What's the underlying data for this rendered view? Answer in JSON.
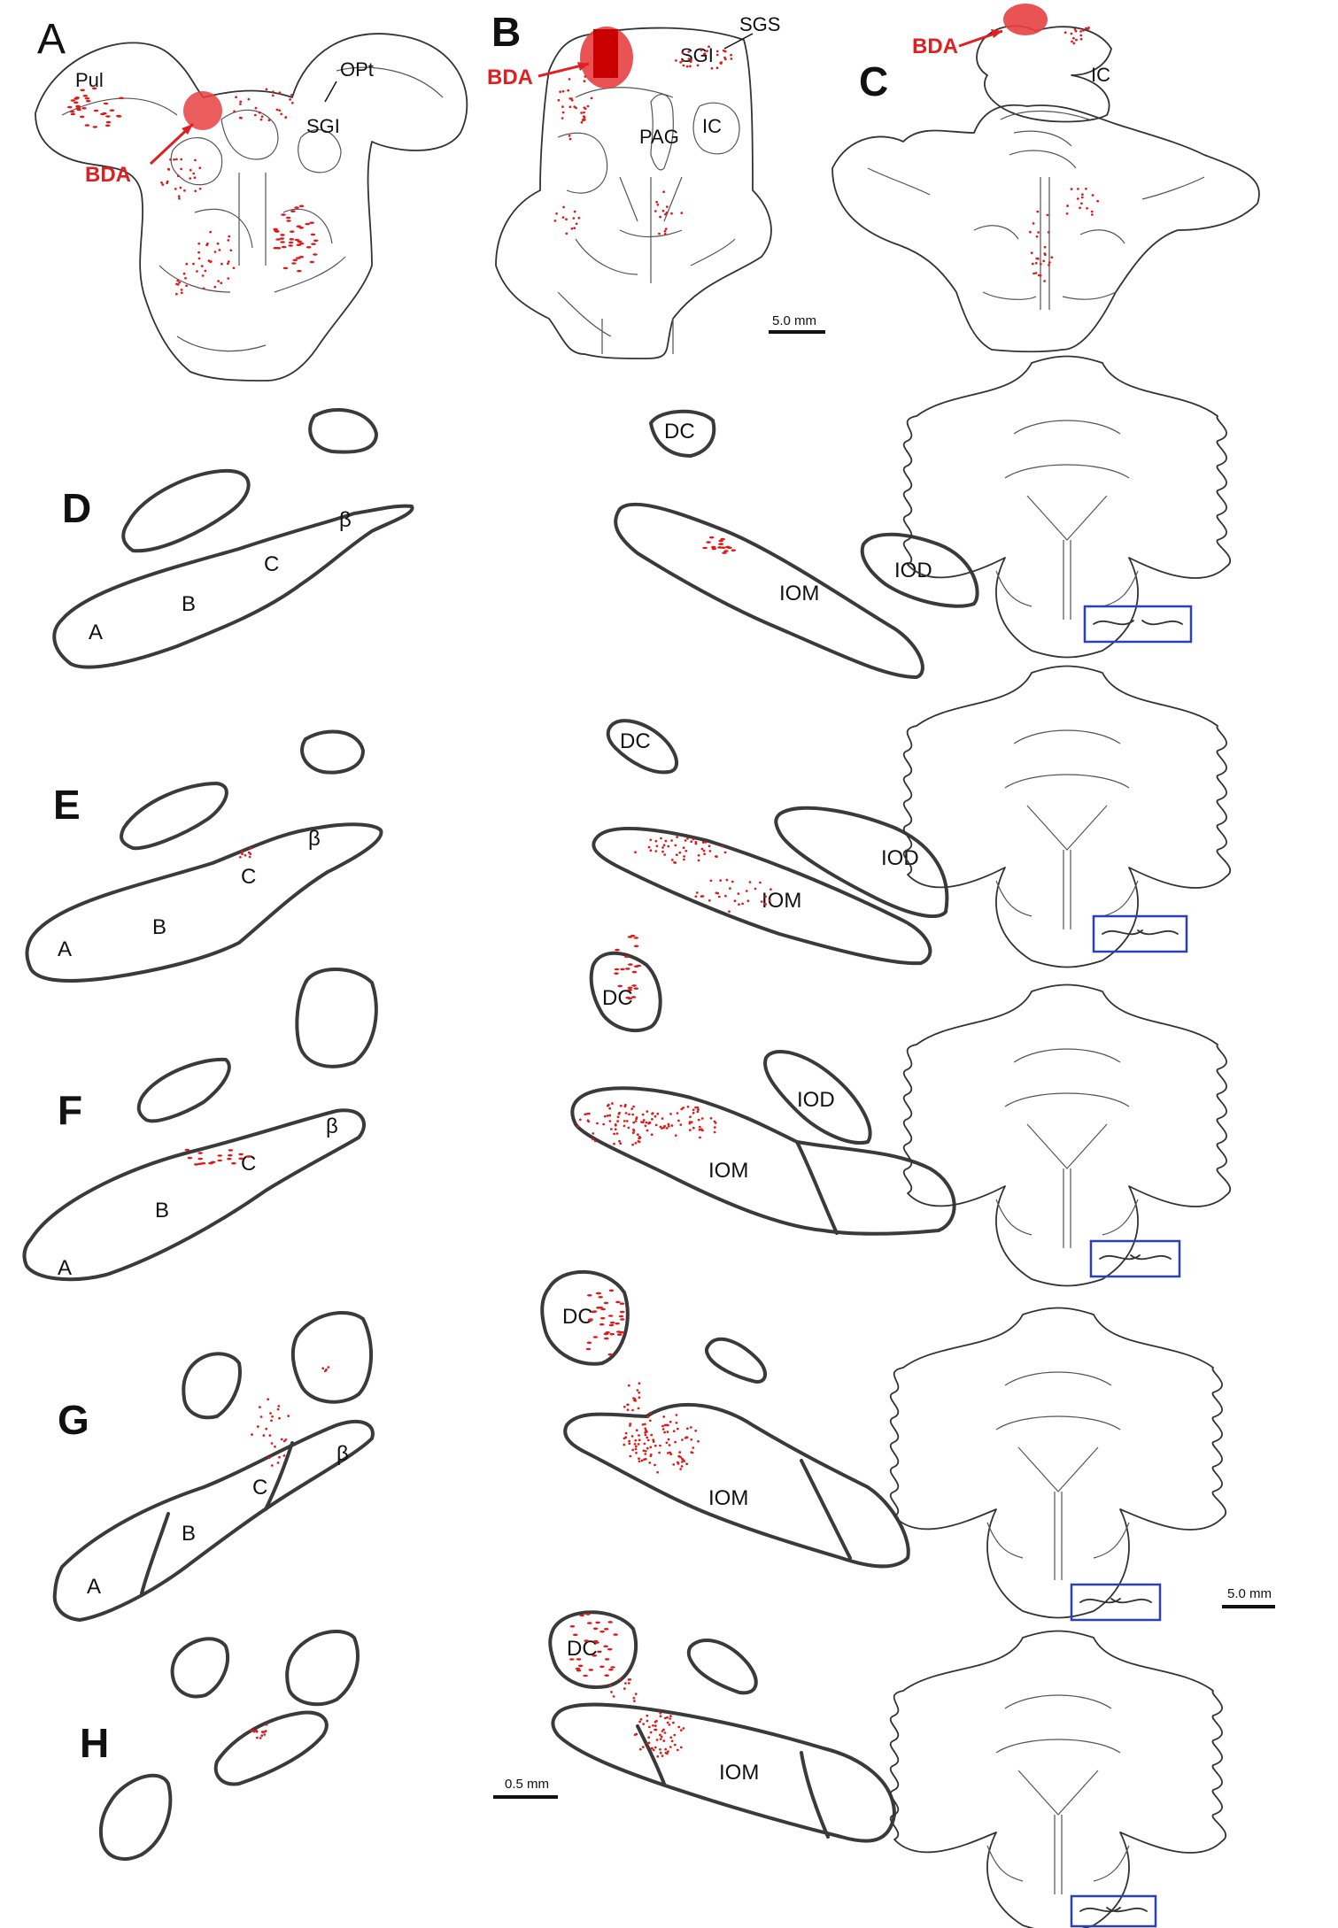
{
  "colors": {
    "outline": "#3a3a3a",
    "label_red": "#e02020",
    "injection_fill": "#e84040",
    "injection_core": "#c80000",
    "terminal_dots": "#e01818",
    "roi_box": "#2d3fb5"
  },
  "panels": {
    "A": {
      "letter": "A",
      "pul": "Pul",
      "opt": "OPt",
      "sgi": "SGI",
      "bda": "BDA"
    },
    "B": {
      "letter": "B",
      "sgs": "SGS",
      "sgi": "SGI",
      "pag": "PAG",
      "ic": "IC",
      "bda": "BDA"
    },
    "C": {
      "letter": "C",
      "ic": "IC",
      "bda": "BDA"
    },
    "D": {
      "letter": "D",
      "a": "A",
      "b": "B",
      "c": "C",
      "beta": "β",
      "dc": "DC",
      "iom": "IOM",
      "iod": "IOD"
    },
    "E": {
      "letter": "E",
      "a": "A",
      "b": "B",
      "c": "C",
      "beta": "β",
      "dc": "DC",
      "iom": "IOM",
      "iod": "IOD"
    },
    "F": {
      "letter": "F",
      "a": "A",
      "b": "B",
      "c": "C",
      "beta": "β",
      "dc": "DC",
      "iom": "IOM",
      "iod": "IOD"
    },
    "G": {
      "letter": "G",
      "a": "A",
      "b": "B",
      "c": "C",
      "beta": "β",
      "dc": "DC",
      "iom": "IOM"
    },
    "H": {
      "letter": "H",
      "dc": "DC",
      "iom": "IOM"
    }
  },
  "scale_bars": {
    "top": "5.0 mm",
    "right": "5.0 mm",
    "bottom": "0.5 mm"
  }
}
